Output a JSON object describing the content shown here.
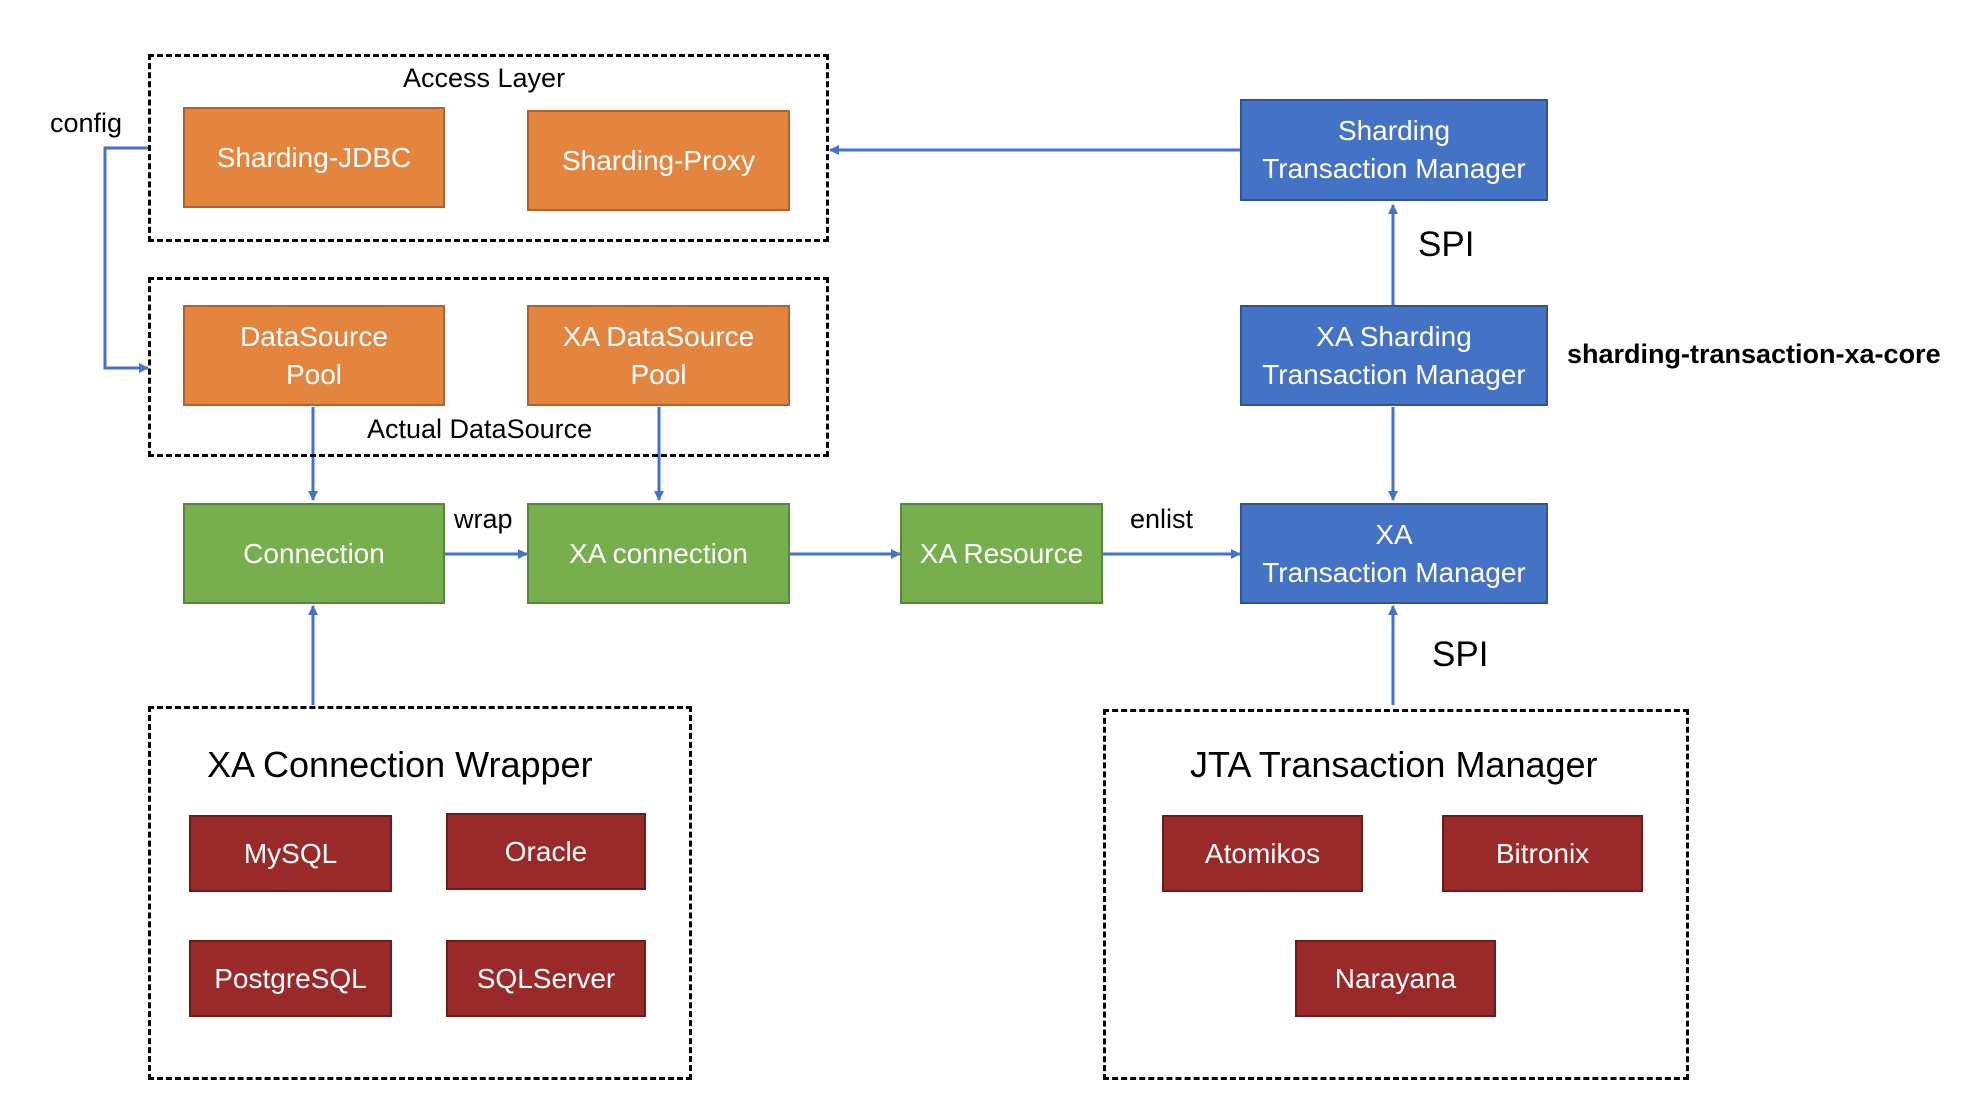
{
  "groups": {
    "access_layer": "Access Layer",
    "actual_datasource": "Actual DataSource",
    "xa_connection_wrapper": "XA Connection Wrapper",
    "jta_transaction_manager": "JTA Transaction Manager"
  },
  "nodes": {
    "sharding_jdbc": "Sharding-JDBC",
    "sharding_proxy": "Sharding-Proxy",
    "datasource_pool": "DataSource\nPool",
    "xa_datasource_pool": "XA DataSource\nPool",
    "connection": "Connection",
    "xa_connection": "XA connection",
    "xa_resource": "XA Resource",
    "sharding_tm": "Sharding\nTransaction Manager",
    "xa_sharding_tm": "XA Sharding\nTransaction Manager",
    "xa_tm": "XA\nTransaction Manager",
    "mysql": "MySQL",
    "oracle": "Oracle",
    "postgresql": "PostgreSQL",
    "sqlserver": "SQLServer",
    "atomikos": "Atomikos",
    "bitronix": "Bitronix",
    "narayana": "Narayana"
  },
  "edge_labels": {
    "config": "config",
    "wrap": "wrap",
    "enlist": "enlist",
    "spi_top": "SPI",
    "spi_bottom": "SPI"
  },
  "module_label": "sharding-transaction-xa-core",
  "colors": {
    "orange": "#E4853F",
    "green": "#77AF4E",
    "blue": "#4472C4",
    "dark_red": "#9A2A2A",
    "connector": "#4472C4"
  }
}
